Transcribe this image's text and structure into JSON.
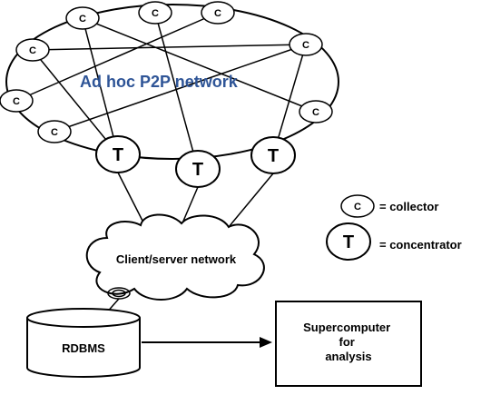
{
  "diagram": {
    "network_title": "Ad hoc P2P network",
    "collector_letter": "C",
    "concentrator_letter": "T",
    "cloud_label": "Client/server network",
    "database_label": "RDBMS",
    "supercomputer_label": [
      "Supercomputer",
      "for",
      "analysis"
    ],
    "legend": {
      "collector": "= collector",
      "concentrator": "= concentrator"
    },
    "colors": {
      "title": "#2f5597",
      "line": "#000000",
      "background": "#ffffff"
    }
  }
}
